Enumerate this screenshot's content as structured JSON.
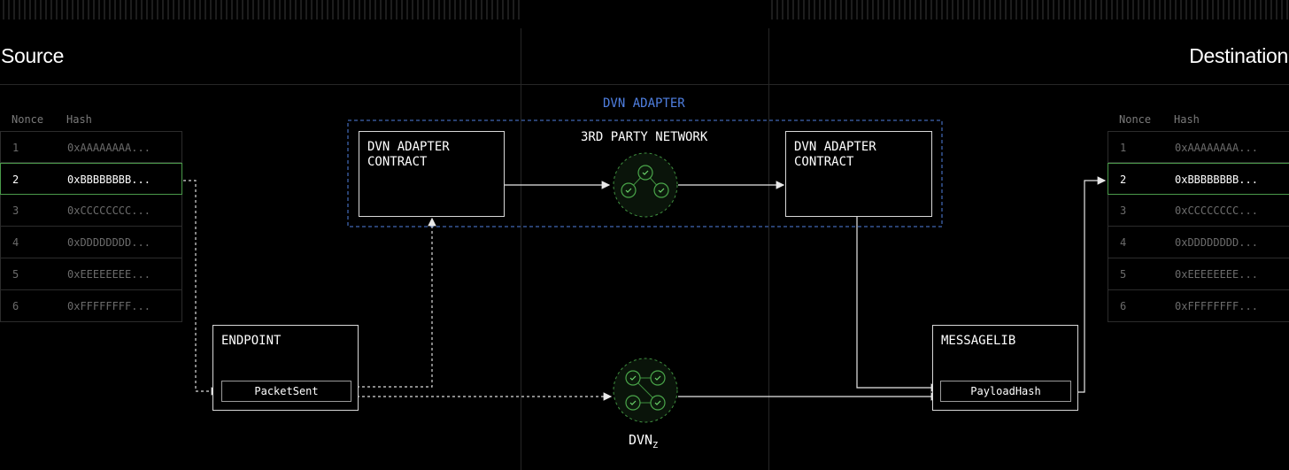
{
  "header": {
    "source_title": "Source",
    "destination_title": "Destination"
  },
  "source_table": {
    "columns": [
      "Nonce",
      "Hash"
    ],
    "rows": [
      {
        "nonce": "1",
        "hash": "0xAAAAAAAA..."
      },
      {
        "nonce": "2",
        "hash": "0xBBBBBBBB..."
      },
      {
        "nonce": "3",
        "hash": "0xCCCCCCCC..."
      },
      {
        "nonce": "4",
        "hash": "0xDDDDDDDD..."
      },
      {
        "nonce": "5",
        "hash": "0xEEEEEEEE..."
      },
      {
        "nonce": "6",
        "hash": "0xFFFFFFFF..."
      }
    ],
    "active_row": 2
  },
  "destination_table": {
    "columns": [
      "Nonce",
      "Hash"
    ],
    "rows": [
      {
        "nonce": "1",
        "hash": "0xAAAAAAAA..."
      },
      {
        "nonce": "2",
        "hash": "0xBBBBBBBB..."
      },
      {
        "nonce": "3",
        "hash": "0xCCCCCCCC..."
      },
      {
        "nonce": "4",
        "hash": "0xDDDDDDDD..."
      },
      {
        "nonce": "5",
        "hash": "0xEEEEEEEE..."
      },
      {
        "nonce": "6",
        "hash": "0xFFFFFFFF..."
      }
    ],
    "active_row": 2
  },
  "dvn_adapter": {
    "group_label": "DVN ADAPTER",
    "source_contract": "DVN ADAPTER\nCONTRACT",
    "destination_contract": "DVN ADAPTER\nCONTRACT",
    "network_label": "3RD PARTY NETWORK"
  },
  "endpoint": {
    "label": "ENDPOINT",
    "event": "PacketSent"
  },
  "messagelib": {
    "label": "MESSAGELIB",
    "event": "PayloadHash"
  },
  "dvn": {
    "label": "DVN",
    "subscript": "Z"
  },
  "colors": {
    "background": "#000000",
    "accent_green": "#4a9a4a",
    "accent_blue": "#4f7fe0",
    "line": "#e0e0e0"
  }
}
